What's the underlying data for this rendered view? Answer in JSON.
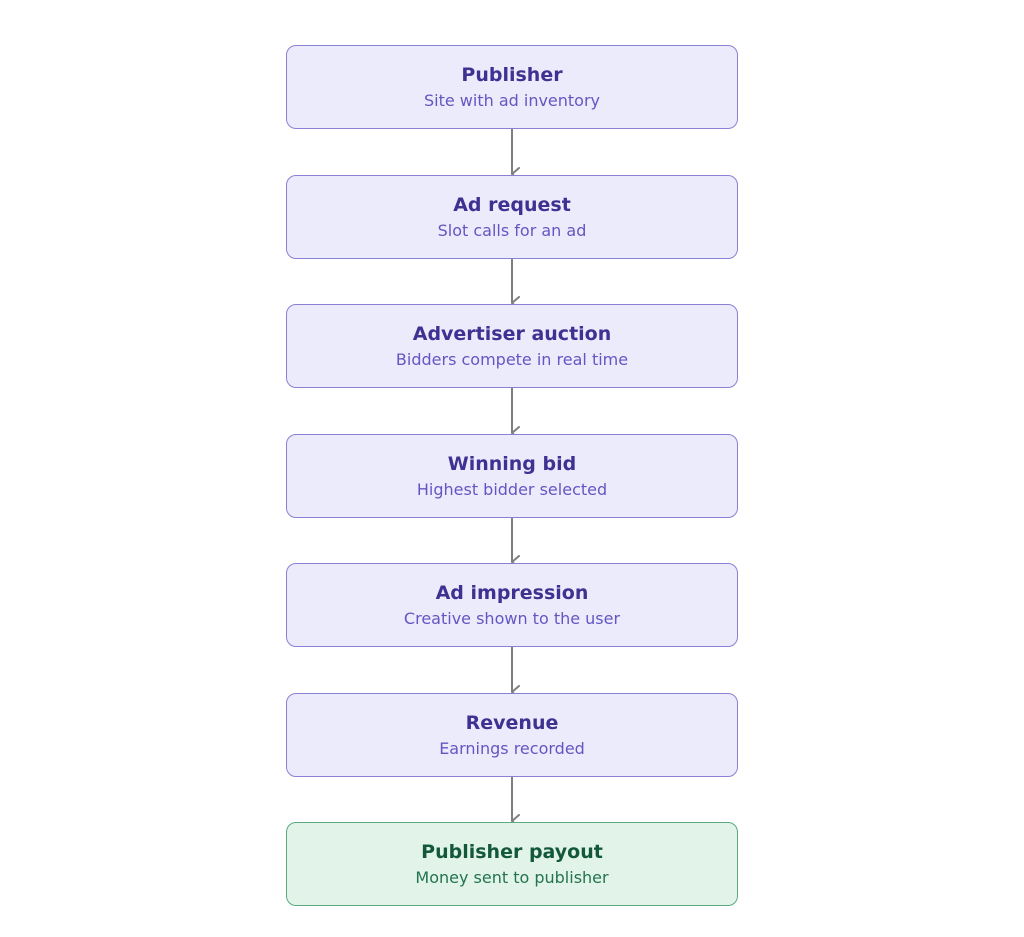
{
  "colors": {
    "node_fill": "#ecebfb",
    "node_border": "#8a80d6",
    "node_title": "#3f3192",
    "node_subtitle": "#6456c2",
    "terminal_fill": "#e2f3ea",
    "terminal_border": "#5aab7f",
    "terminal_title": "#14583a",
    "terminal_subtitle": "#23744c",
    "arrow": "#7f7f7f"
  },
  "nodes": [
    {
      "id": "publisher",
      "title": "Publisher",
      "subtitle": "Site with ad inventory"
    },
    {
      "id": "ad-request",
      "title": "Ad request",
      "subtitle": "Slot calls for an ad"
    },
    {
      "id": "advertiser-auction",
      "title": "Advertiser auction",
      "subtitle": "Bidders compete in real time"
    },
    {
      "id": "winning-bid",
      "title": "Winning bid",
      "subtitle": "Highest bidder selected"
    },
    {
      "id": "ad-impression",
      "title": "Ad impression",
      "subtitle": "Creative shown to the user"
    },
    {
      "id": "revenue",
      "title": "Revenue",
      "subtitle": "Earnings recorded"
    },
    {
      "id": "publisher-payout",
      "title": "Publisher payout",
      "subtitle": "Money sent to publisher"
    }
  ],
  "edges": [
    {
      "from": "publisher",
      "to": "ad-request"
    },
    {
      "from": "ad-request",
      "to": "advertiser-auction"
    },
    {
      "from": "advertiser-auction",
      "to": "winning-bid"
    },
    {
      "from": "winning-bid",
      "to": "ad-impression"
    },
    {
      "from": "ad-impression",
      "to": "revenue"
    },
    {
      "from": "revenue",
      "to": "publisher-payout"
    }
  ]
}
